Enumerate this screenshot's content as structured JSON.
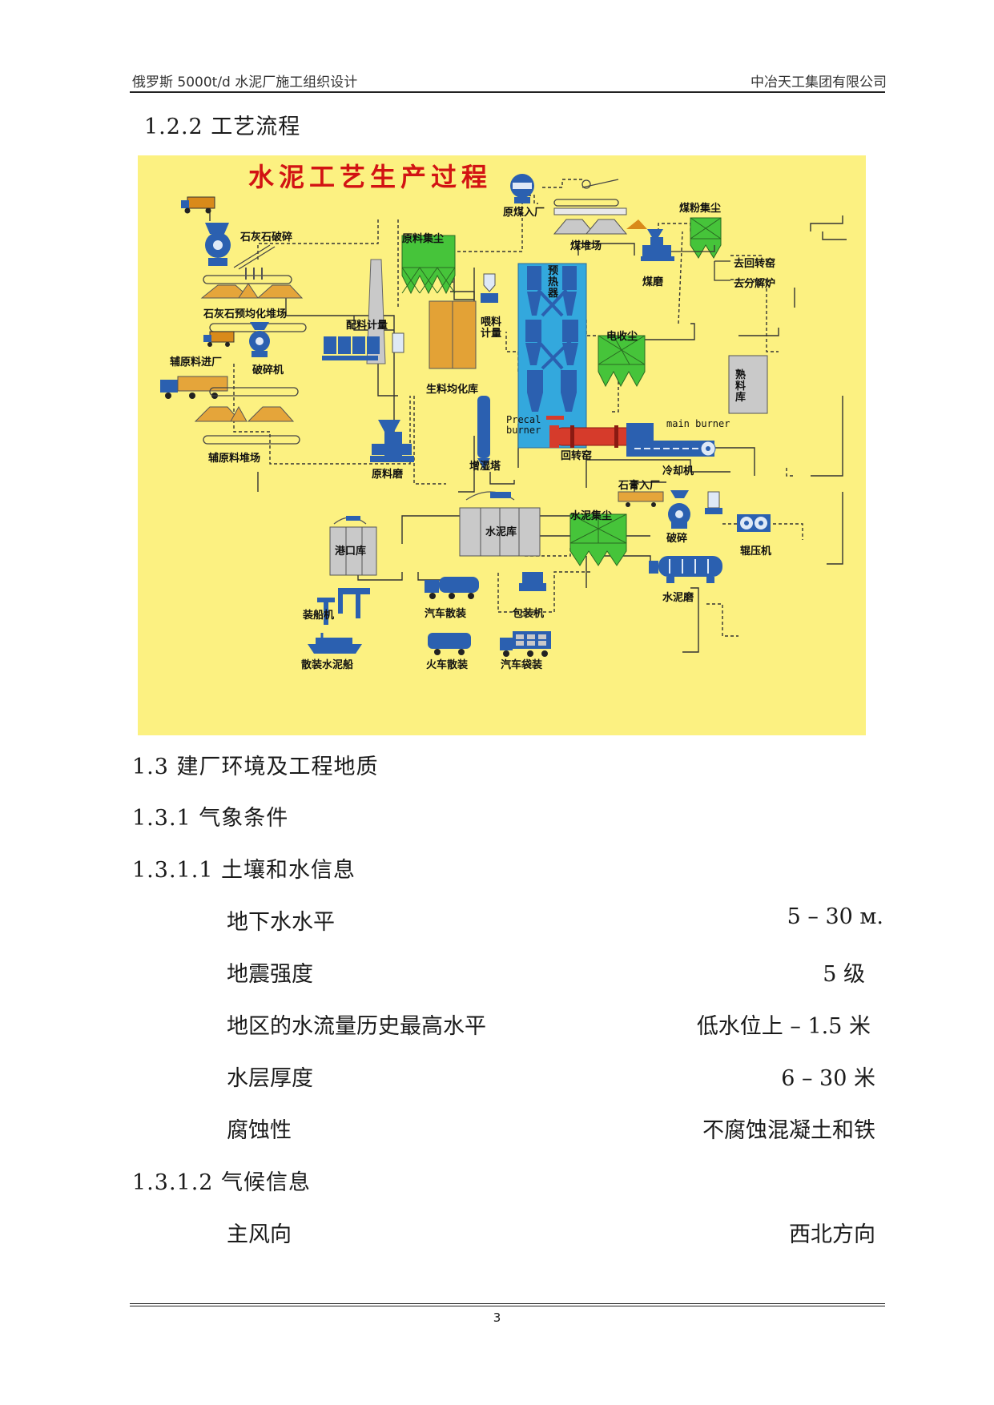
{
  "header": {
    "left": "俄罗斯 5000t/d 水泥厂施工组织设计",
    "right": "中冶天工集团有限公司"
  },
  "sections": {
    "s122": "1.2.2 工艺流程",
    "s13": "1.3 建厂环境及工程地质",
    "s131": "1.3.1  气象条件",
    "s1311": "1.3.1.1 土壤和水信息",
    "s1312": "1.3.1.2 气候信息"
  },
  "diagram": {
    "title": "水泥工艺生产过程",
    "labels": {
      "limestone_crush": "石灰石破碎",
      "limestone_yard": "石灰石预均化堆场",
      "aux_in": "辅原料进厂",
      "crusher": "破碎机",
      "aux_yard": "辅原料堆场",
      "raw_dust": "原料集尘",
      "batching": "配料计量",
      "raw_mill": "原料磨",
      "raw_silo": "生料均化库",
      "feed_meter_1": "喂料",
      "feed_meter_2": "计量",
      "conditioning": "增湿塔",
      "preheater_1": "预",
      "preheater_2": "热",
      "preheater_3": "器",
      "precal_1": "Precal",
      "precal_2": "burner",
      "kiln": "回转窑",
      "main_burner": "main burner",
      "cooler": "冷却机",
      "esp": "电收尘",
      "clinker_1": "熟",
      "clinker_2": "料",
      "clinker_3": "库",
      "coal_in": "原煤入厂",
      "coal_yard": "煤堆场",
      "coal_dust": "煤粉集尘",
      "coal_mill": "煤磨",
      "to_kiln": "去回转窑",
      "to_calciner": "去分解炉",
      "gypsum_in": "石膏入厂",
      "cement_dust": "水泥集尘",
      "gypsum_crush": "破碎",
      "roller_press": "辊压机",
      "cement_mill": "水泥磨",
      "cement_silo": "水泥库",
      "port_silo": "港口库",
      "truck_bulk": "汽车散装",
      "packer": "包装机",
      "ship_loader": "装船机",
      "ship_bulk": "散装水泥船",
      "train_bulk": "火车散装",
      "truck_bag": "汽车袋装"
    }
  },
  "soil_water": [
    {
      "label": "地下水水平",
      "value": "5 – 30  м."
    },
    {
      "label": "地震强度",
      "value": "5  级"
    },
    {
      "label": "地区的水流量历史最高水平",
      "value": "低水位上 –  1.5 米"
    },
    {
      "label": "水层厚度",
      "value": "6  –  30  米"
    },
    {
      "label": "腐蚀性",
      "value": "不腐蚀混凝土和铁"
    }
  ],
  "climate": [
    {
      "label": "主风向",
      "value": "西北方向"
    }
  ],
  "page_number": "3"
}
